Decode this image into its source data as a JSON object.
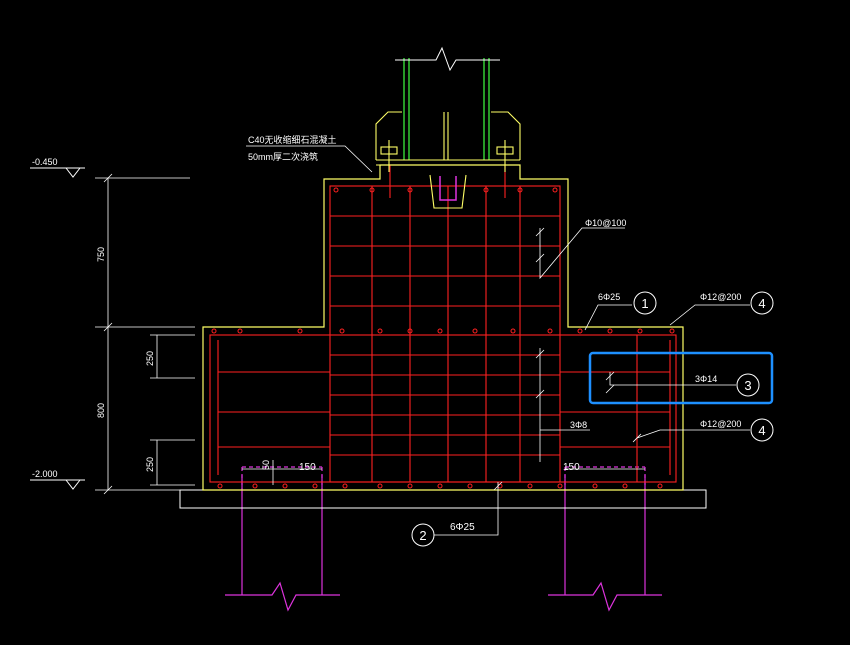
{
  "colors": {
    "background": "#000000",
    "concrete_outline": "#ffff66",
    "rebar": "#ff2020",
    "leader": "#ffffff",
    "steel_column": "#33cc33",
    "base_plate": "#ffff66",
    "pile": "#dd33dd",
    "highlight": "#1e90ff"
  },
  "labels": {
    "grout_line1": "C40无收缩细石混凝土",
    "grout_line2": "50mm厚二次浇筑",
    "elev_top": "-0.450",
    "elev_bottom": "-2.000",
    "dim_750": "750",
    "dim_800": "800",
    "dim_250_top": "250",
    "dim_250_bottom": "250",
    "dim_50": "50",
    "dim_150_left": "150",
    "dim_150_right": "150",
    "rebar_stirrup": "Φ10@100",
    "rebar_1": "6Φ25",
    "rebar_4_top": "Φ12@200",
    "rebar_3": "3Φ14",
    "rebar_3phi8": "3Φ8",
    "rebar_4_bottom": "Φ12@200",
    "rebar_2": "6Φ25"
  },
  "markers": {
    "m1": "1",
    "m2": "2",
    "m3": "3",
    "m4_top": "4",
    "m4_bottom": "4"
  }
}
